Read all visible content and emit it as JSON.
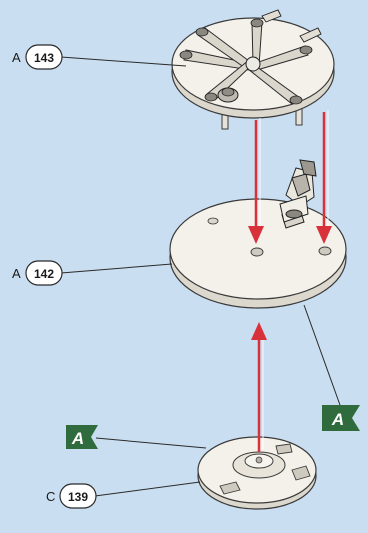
{
  "colors": {
    "background": "#c9def0",
    "part": "#f4f1ea",
    "outline": "#3a3a3a",
    "arrow": "#d8313a",
    "flag": "#2f6b3c",
    "callout_fill": "#ffffff"
  },
  "callouts": [
    {
      "letter": "A",
      "number": "143"
    },
    {
      "letter": "A",
      "number": "142"
    },
    {
      "letter": "C",
      "number": "139"
    }
  ],
  "flags": [
    {
      "text": "A"
    },
    {
      "text": "A"
    }
  ]
}
